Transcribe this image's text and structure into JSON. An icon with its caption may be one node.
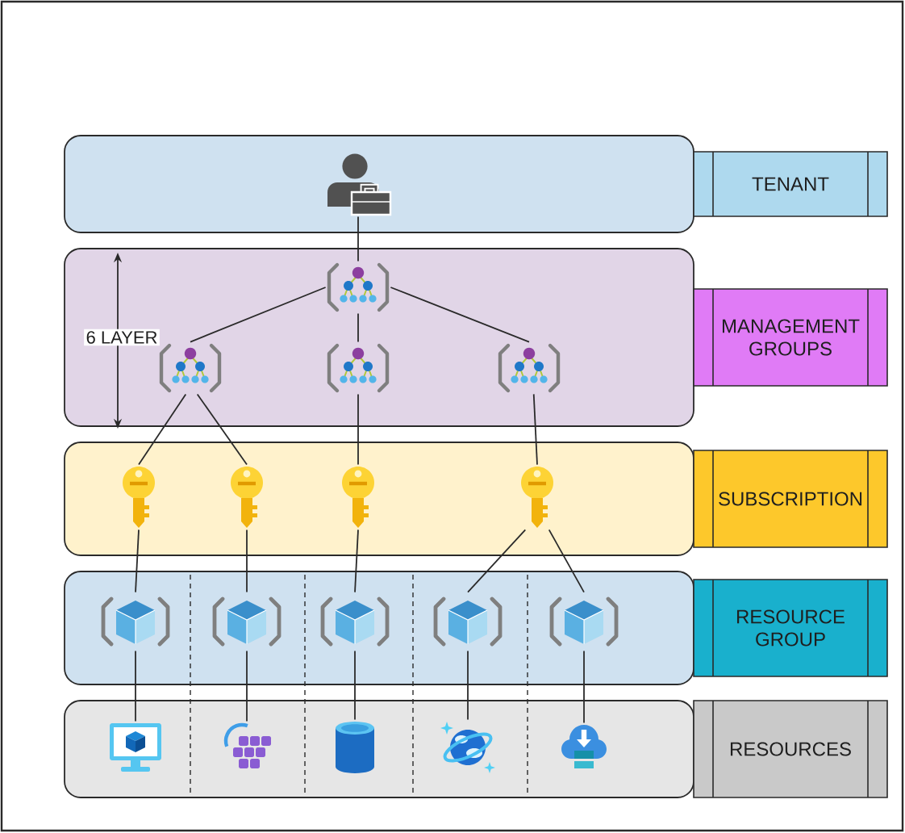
{
  "diagram": {
    "nodes": [
      {
        "text": [],
        "shape": "box"
      },
      {
        "text": [],
        "shape": "person",
        "in": 0
      },
      {
        "text": [
          "TENANT"
        ]
      },
      {
        "text": [],
        "shape": "box"
      },
      {
        "text": [],
        "shape": "picture",
        "in": 3
      },
      {
        "text": [],
        "shape": "picture",
        "in": 3
      },
      {
        "text": [],
        "shape": "picture",
        "in": 3
      },
      {
        "text": [],
        "shape": "picture",
        "in": 3
      },
      {
        "text": [
          "MANAGEMENT GROUPS"
        ]
      },
      {
        "text": [],
        "shape": "box"
      },
      {
        "text": [],
        "shape": "picture",
        "in": 9
      },
      {
        "text": [],
        "shape": "picture",
        "in": 9
      },
      {
        "text": [],
        "shape": "picture",
        "in": 9
      },
      {
        "text": [],
        "shape": "picture",
        "in": 9
      },
      {
        "text": [
          "SUBSCRIPTION"
        ]
      },
      {
        "text": [],
        "shape": "box"
      },
      {
        "text": [],
        "shape": "picture",
        "in": 15
      },
      {
        "text": [],
        "shape": "picture",
        "in": 15
      },
      {
        "text": [],
        "shape": "picture",
        "in": 15
      },
      {
        "text": [],
        "shape": "picture",
        "in": 15
      },
      {
        "text": [],
        "shape": "picture",
        "in": 15
      },
      {
        "text": [
          "RESOURCE GROUP"
        ]
      },
      {
        "text": [],
        "shape": "box"
      },
      {
        "text": [],
        "shape": "picture",
        "in": 22
      },
      {
        "text": [],
        "shape": "picture",
        "in": 22
      },
      {
        "text": [],
        "shape": "cylinder",
        "in": 22
      },
      {
        "text": [],
        "shape": "picture",
        "in": 22
      },
      {
        "text": [],
        "shape": "picture",
        "in": 22
      },
      {
        "text": [
          "RESOURCES"
        ]
      }
    ],
    "edges": [
      {
        "from": 1,
        "to": 4,
        "arrow": "none"
      },
      {
        "from": 4,
        "to": 5,
        "arrow": "none"
      },
      {
        "from": 4,
        "to": 6,
        "arrow": "none"
      },
      {
        "from": 4,
        "to": 7,
        "arrow": "none"
      },
      {
        "from": 5,
        "to": 10,
        "arrow": "none"
      },
      {
        "from": 5,
        "to": 11,
        "arrow": "none"
      },
      {
        "from": 6,
        "to": 12,
        "arrow": "none"
      },
      {
        "from": 7,
        "to": 13,
        "arrow": "none"
      },
      {
        "from": 10,
        "to": 16,
        "arrow": "none"
      },
      {
        "from": 11,
        "to": 17,
        "arrow": "none"
      },
      {
        "from": 12,
        "to": 18,
        "arrow": "none"
      },
      {
        "from": 13,
        "to": 19,
        "arrow": "none"
      },
      {
        "from": 13,
        "to": 20,
        "arrow": "none"
      },
      {
        "from": 16,
        "to": 23,
        "arrow": "none"
      },
      {
        "from": 17,
        "to": 24,
        "arrow": "none"
      },
      {
        "from": 18,
        "to": 25,
        "arrow": "none"
      },
      {
        "from": 19,
        "to": 26,
        "arrow": "none"
      },
      {
        "from": 20,
        "to": 27,
        "arrow": "none"
      }
    ],
    "labels": [
      "6 LAYER"
    ]
  }
}
